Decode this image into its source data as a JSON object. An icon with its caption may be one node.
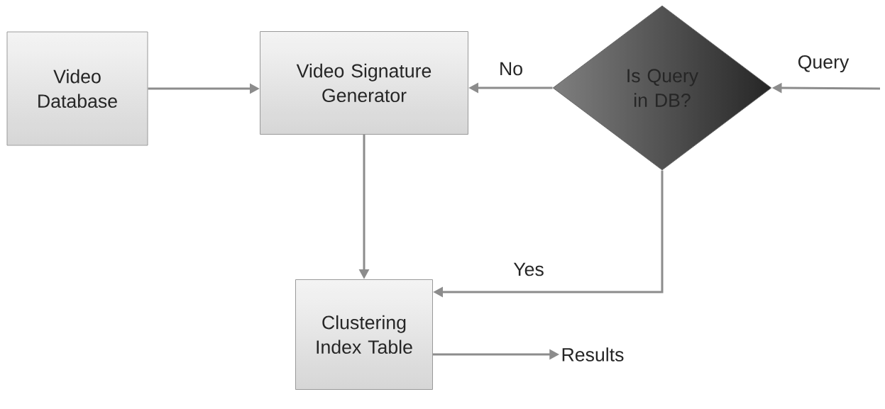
{
  "diagram": {
    "nodes": [
      {
        "text": [
          "Video Database"
        ]
      },
      {
        "text": [
          "Video Signature Generator"
        ]
      },
      {
        "text": [
          "Is Query in DB?"
        ]
      },
      {
        "text": [
          "Clustering Index Table"
        ]
      },
      {
        "text": [
          "Results"
        ]
      }
    ],
    "edges": [
      {
        "from": 0,
        "to": 1,
        "arrow": "to"
      },
      {
        "from": 2,
        "to": 1,
        "arrow": "to",
        "label": "No"
      },
      {
        "from": null,
        "to": 2,
        "arrow": "to",
        "label": "Query"
      },
      {
        "from": 1,
        "to": 3,
        "arrow": "to"
      },
      {
        "from": 2,
        "to": 3,
        "arrow": "to",
        "label": "Yes"
      },
      {
        "from": 3,
        "to": 4,
        "arrow": "to"
      }
    ]
  }
}
